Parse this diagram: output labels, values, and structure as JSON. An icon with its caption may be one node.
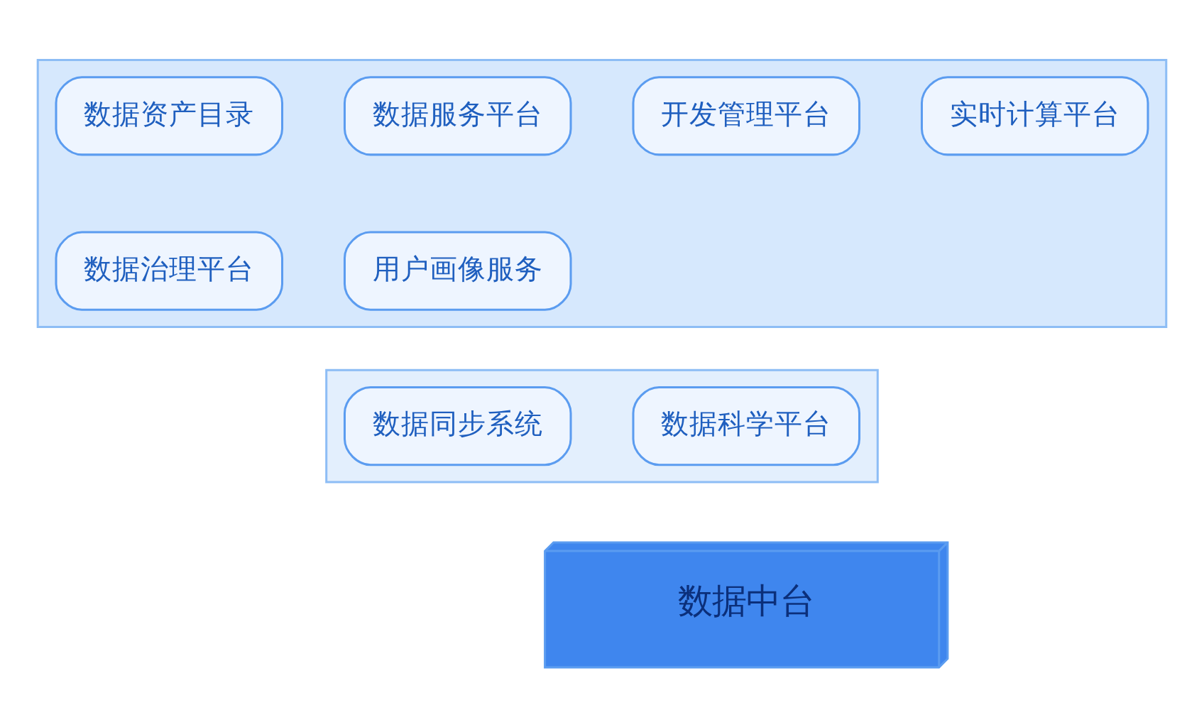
{
  "diagram": {
    "nodes": [
      {
        "text": [],
        "shape": "band"
      },
      {
        "text": [
          "数据资产目录"
        ],
        "in": 0
      },
      {
        "text": [
          "数据服务平台"
        ],
        "in": 0
      },
      {
        "text": [
          "开发管理平台"
        ],
        "in": 0
      },
      {
        "text": [
          "实时计算平台"
        ],
        "in": 0
      },
      {
        "text": [
          "数据治理平台"
        ],
        "in": 0
      },
      {
        "text": [
          "用户画像服务"
        ],
        "in": 0
      },
      {
        "text": [],
        "shape": "band"
      },
      {
        "text": [
          "数据同步系统"
        ],
        "in": 7
      },
      {
        "text": [
          "数据科学平台"
        ],
        "in": 7
      },
      {
        "text": [
          "数据中台"
        ]
      }
    ],
    "edges": []
  }
}
